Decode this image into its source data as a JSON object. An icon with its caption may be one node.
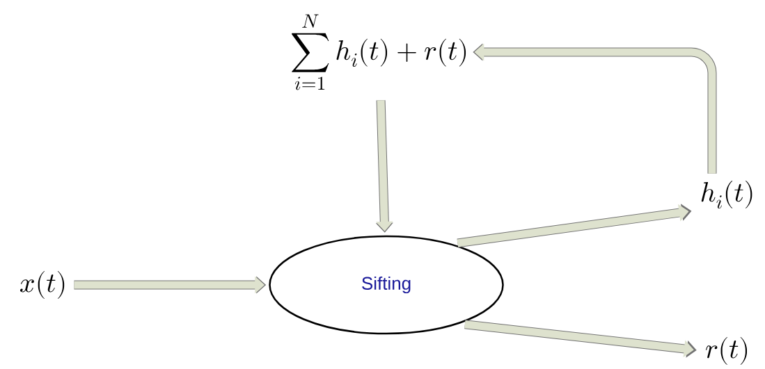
{
  "diagram": {
    "nodes": [
      {
        "text": [
          "x(t)"
        ]
      },
      {
        "text": [
          "Sifting"
        ]
      },
      {
        "text": [
          "\\sum_{i=1}^{N} h_i(t)+r(t)"
        ]
      },
      {
        "text": [
          "h_i(t)"
        ]
      },
      {
        "text": [
          "r(t)"
        ]
      }
    ],
    "edges": [
      {
        "from": 0,
        "to": 1,
        "arrow": "to"
      },
      {
        "from": 2,
        "to": 1,
        "arrow": "to"
      },
      {
        "from": 1,
        "to": 3,
        "arrow": "to"
      },
      {
        "from": 1,
        "to": 4,
        "arrow": "to"
      },
      {
        "from": 3,
        "to": 2,
        "arrow": "to"
      }
    ]
  }
}
